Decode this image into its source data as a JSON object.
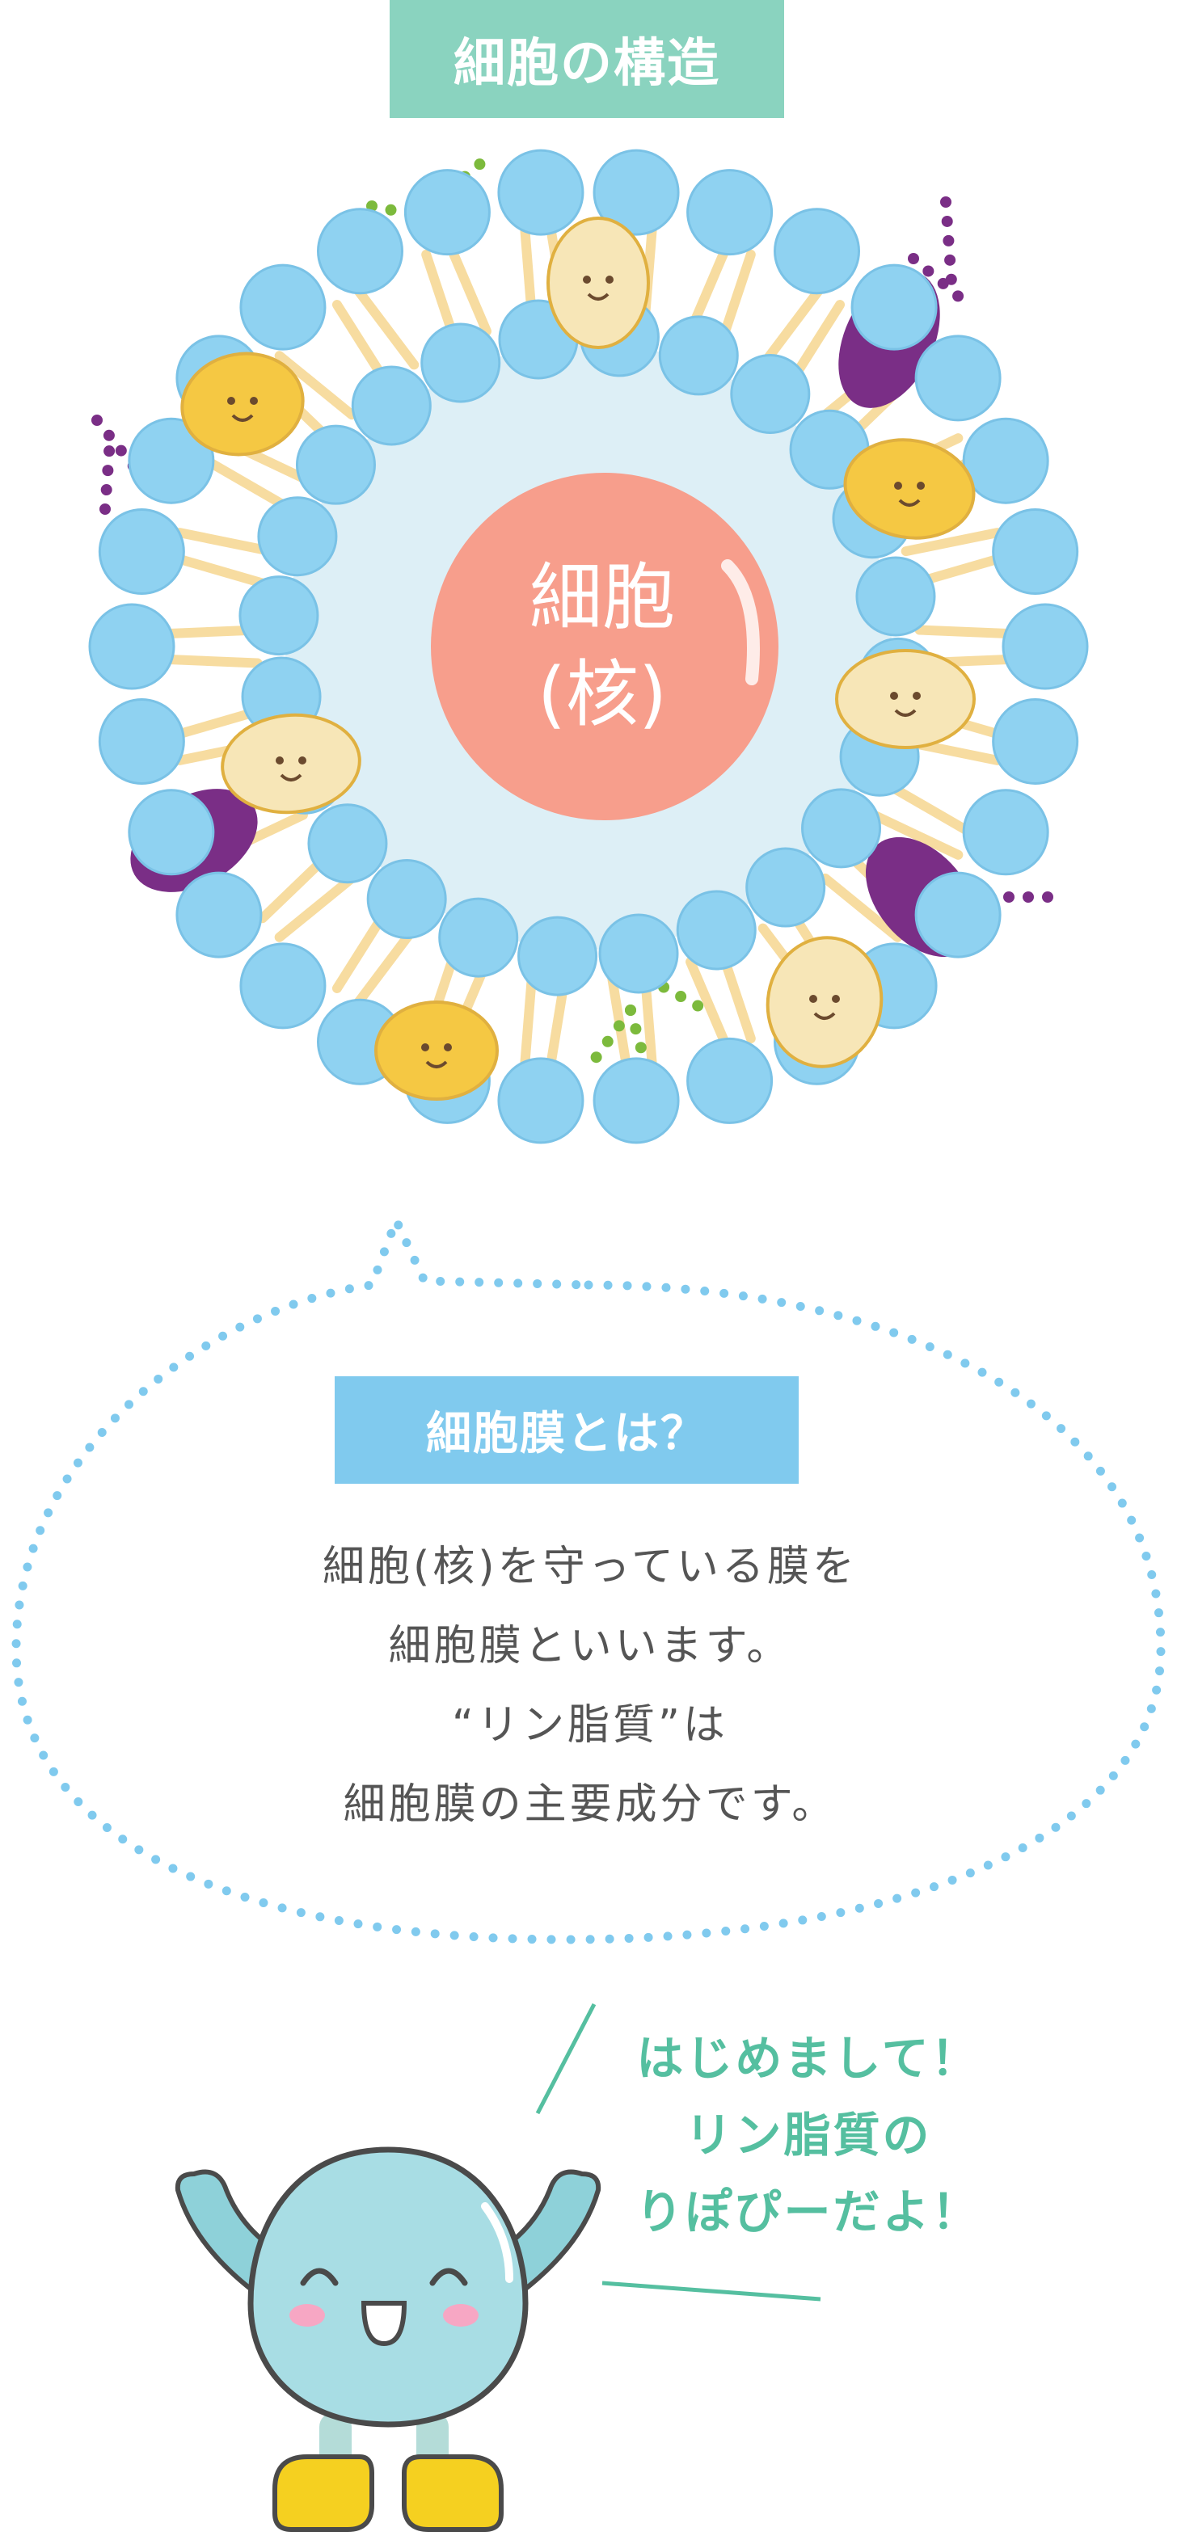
{
  "title": "細胞の構造",
  "nucleus_label": "細胞\n(核)",
  "membrane": {
    "heading": "細胞膜とは？",
    "lines": [
      "細胞(核)を守っている膜を",
      "細胞膜といいます。",
      "“リン脂質”は",
      "細胞膜の主要成分です。"
    ]
  },
  "character": {
    "greeting_lines": [
      "はじめまして！",
      "リン脂質の",
      "りぽぴーだよ！"
    ]
  },
  "colors": {
    "title_badge": "#8ad3bf",
    "heading_badge": "#80caee",
    "nucleus": "#f79e8c",
    "phospholipid_head": "#8fd2f1",
    "lipid_tail": "#f7dca0",
    "protein_yellow": "#f5c843",
    "protein_beige": "#f7e6b7",
    "purple_dots": "#7a2e86",
    "green_dots": "#7cba3c",
    "greeting_text": "#55bfa0",
    "body_text": "#555555"
  }
}
